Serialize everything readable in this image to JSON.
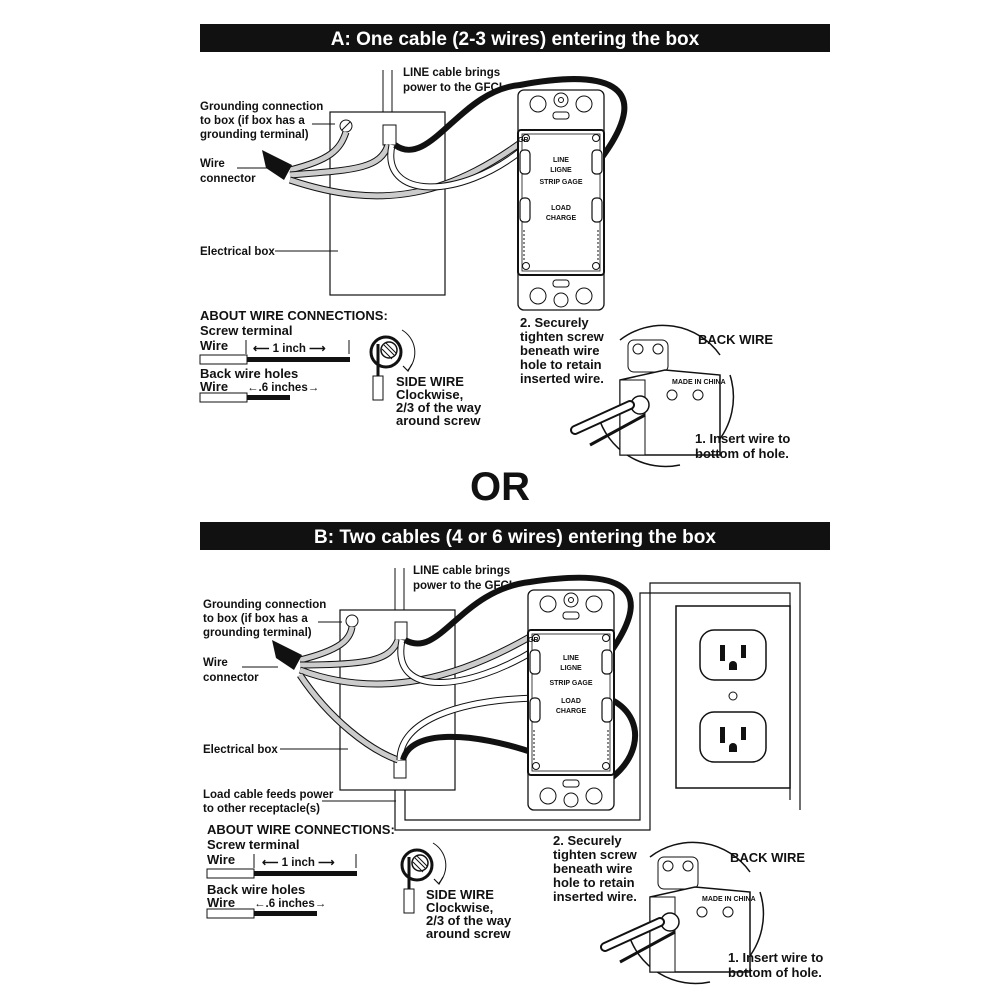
{
  "sections": [
    {
      "title": "A: One cable (2-3 wires) entering the box",
      "line_cable": [
        "LINE cable brings",
        "power to the GFCI"
      ],
      "grounding": [
        "Grounding connection",
        "to box (if box has a",
        "grounding terminal)"
      ],
      "wire_connector": [
        "Wire",
        "connector"
      ],
      "electrical_box": "Electrical box",
      "about": "ABOUT WIRE CONNECTIONS:",
      "screw_terminal": "Screw terminal",
      "wire1": "Wire",
      "one_inch": "⟵ 1 inch ⟶",
      "back_wire_holes": "Back wire holes",
      "wire2": "Wire",
      "six_inches": "←.6 inches→",
      "side_wire": "SIDE WIRE",
      "side_wire_desc": [
        "Clockwise,",
        "2/3 of the way",
        "around screw"
      ],
      "step2": [
        "2. Securely",
        "tighten screw",
        "beneath wire",
        "hole to retain",
        "inserted wire."
      ],
      "back_wire": "BACK WIRE",
      "step1": [
        "1. Insert wire to",
        "bottom of hole."
      ]
    },
    {
      "title": "B: Two cables (4 or 6 wires) entering the box",
      "line_cable": [
        "LINE cable brings",
        "power to the GFCI"
      ],
      "grounding": [
        "Grounding connection",
        "to box (if box has a",
        "grounding terminal)"
      ],
      "wire_connector": [
        "Wire",
        "connector"
      ],
      "electrical_box": "Electrical box",
      "load_cable": [
        "Load cable feeds power",
        "to other receptacle(s)"
      ],
      "about": "ABOUT WIRE CONNECTIONS:",
      "screw_terminal": "Screw terminal",
      "wire1": "Wire",
      "one_inch": "⟵ 1 inch ⟶",
      "back_wire_holes": "Back wire holes",
      "wire2": "Wire",
      "six_inches": "←.6 inches→",
      "side_wire": "SIDE WIRE",
      "side_wire_desc": [
        "Clockwise,",
        "2/3 of the way",
        "around screw"
      ],
      "step2": [
        "2. Securely",
        "tighten screw",
        "beneath wire",
        "hole to retain",
        "inserted wire."
      ],
      "back_wire": "BACK WIRE",
      "step1": [
        "1. Insert wire to",
        "bottom of hole."
      ]
    }
  ],
  "or_label": "OR",
  "gfci": {
    "line": "LINE",
    "ligne": "LIGNE",
    "load": "LOAD",
    "charge": "CHARGE",
    "strip_gage": "STRIP GAGE",
    "gr": "GR",
    "made_in": "MADE IN CHINA"
  },
  "colors": {
    "title_bar": "#111111",
    "ground_wire": "#cccccc",
    "hot_wire": "#111111",
    "neutral_wire": "#ffffff"
  }
}
